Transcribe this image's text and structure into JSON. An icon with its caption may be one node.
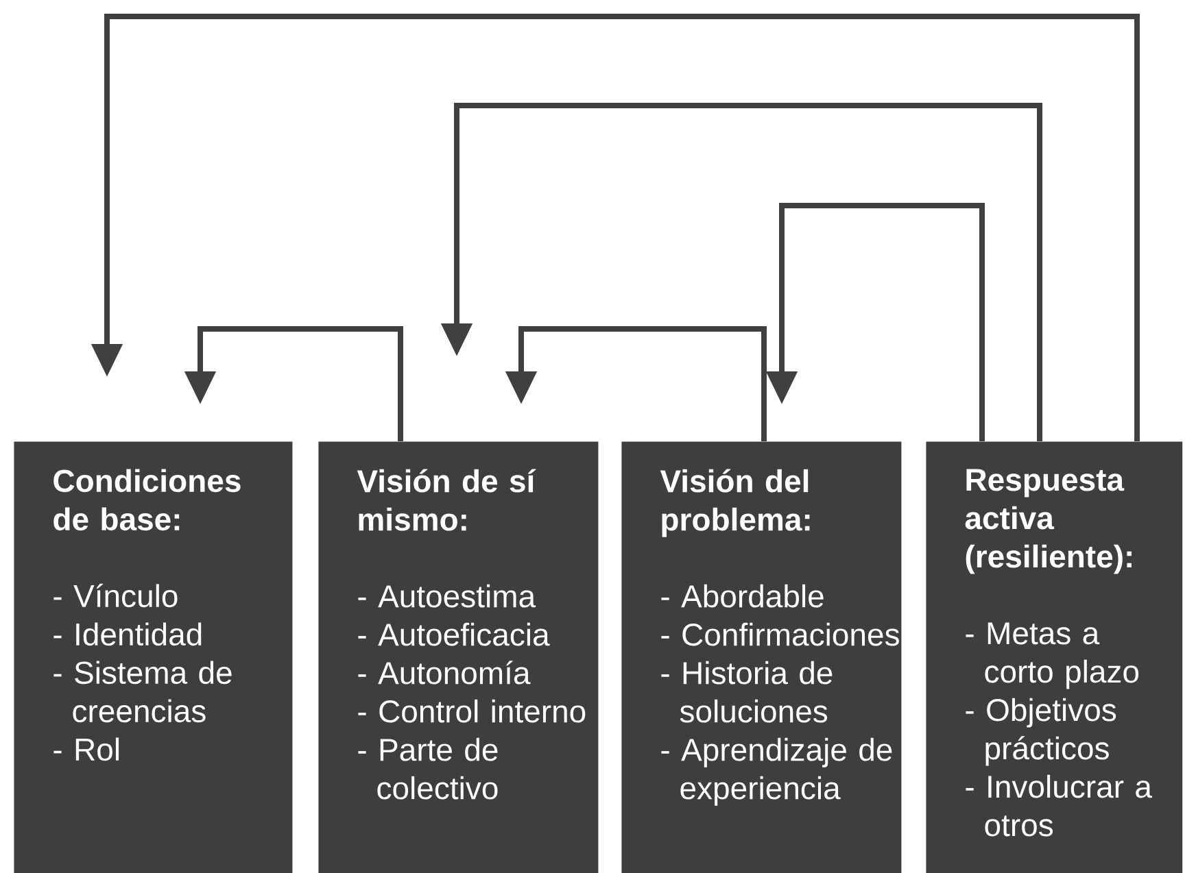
{
  "diagram": {
    "nodes": [
      {
        "text": [
          "Condiciones de base:",
          "- Vínculo",
          "- Identidad",
          "- Sistema de creencias",
          "- Rol"
        ]
      },
      {
        "text": [
          "Visión de sí mismo:",
          "- Autoestima",
          "- Autoeficacia",
          "- Autonomía",
          "- Control interno",
          "- Parte de colectivo"
        ]
      },
      {
        "text": [
          "Visión del problema:",
          "- Abordable",
          "- Confirmaciones",
          "- Historia de soluciones",
          "- Aprendizaje de experiencia"
        ]
      },
      {
        "text": [
          "Respuesta activa (resiliente):",
          "- Metas a corto plazo",
          "- Objetivos prácticos",
          "- Involucrar a otros"
        ]
      }
    ],
    "edges": [
      {
        "from": 1,
        "to": 0,
        "arrow": "to"
      },
      {
        "from": 2,
        "to": 1,
        "arrow": "to"
      },
      {
        "from": 3,
        "to": 2,
        "arrow": "to"
      },
      {
        "from": 3,
        "to": 1,
        "arrow": "to"
      },
      {
        "from": 3,
        "to": 0,
        "arrow": "to"
      }
    ]
  }
}
